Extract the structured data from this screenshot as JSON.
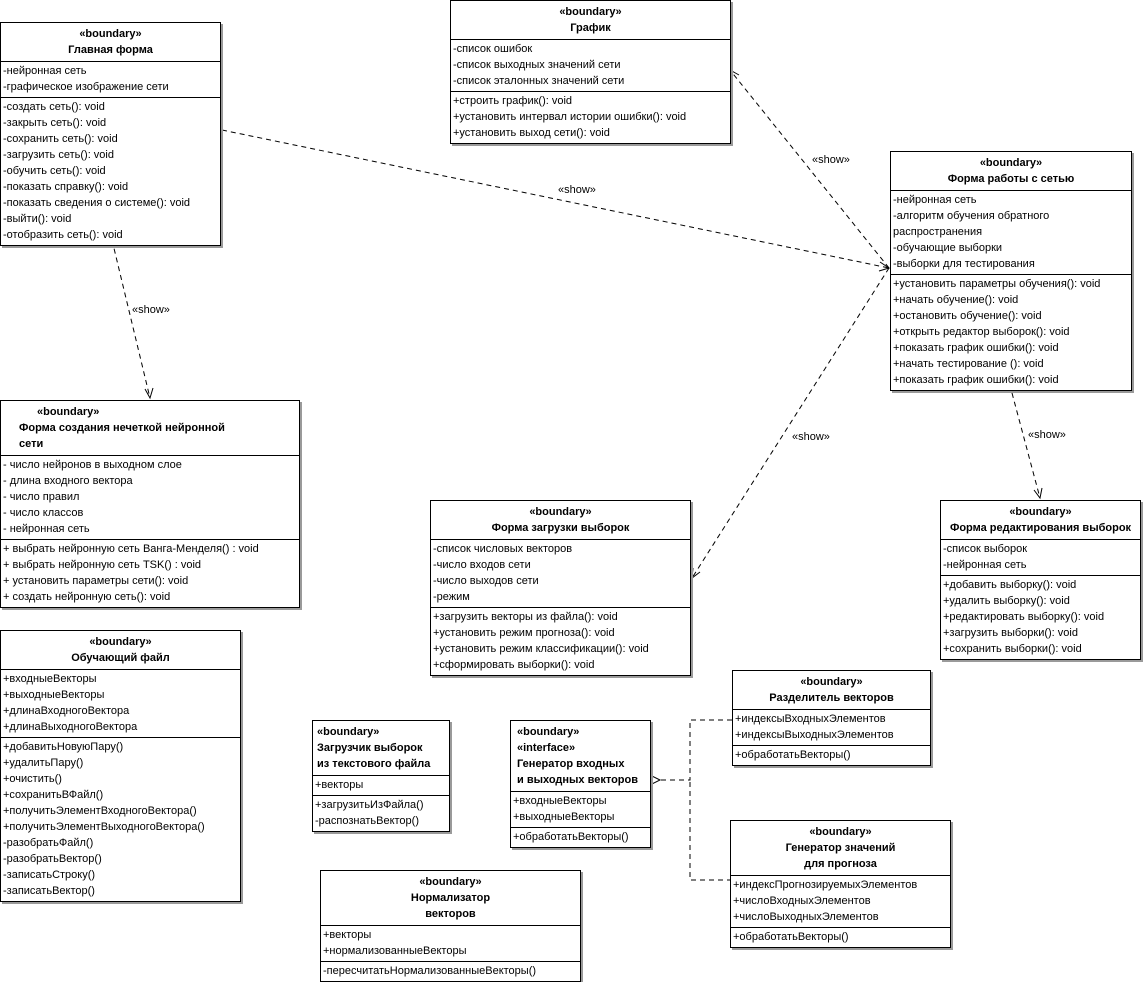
{
  "stereotypes": {
    "boundary": "«boundary»",
    "interface": "«interface»"
  },
  "classes": {
    "main_form": {
      "name": "Главная форма",
      "attributes": [
        "-нейронная сеть",
        "-графическое изображение сети"
      ],
      "operations": [
        "-создать сеть(): void",
        "-закрыть сеть(): void",
        "-сохранить сеть(): void",
        "-загрузить сеть(): void",
        "-обучить сеть(): void",
        "-показать справку(): void",
        "-показать сведения о системе(): void",
        "-выйти(): void",
        "-отобразить сеть(): void"
      ]
    },
    "graph": {
      "name": "График",
      "attributes": [
        "-список ошибок",
        "-список выходных значений сети",
        "-список эталонных значений сети"
      ],
      "operations": [
        "+строить график(): void",
        "+установить интервал истории ошибки(): void",
        "+установить выход сети(): void"
      ]
    },
    "network_form": {
      "name": "Форма работы с сетью",
      "attributes": [
        "-нейронная сеть",
        "-алгоритм обучения обратного",
        "распространения",
        "-обучающие выборки",
        "-выборки для тестирования"
      ],
      "operations": [
        "+установить параметры обучения(): void",
        "+начать обучение(): void",
        "+остановить обучение(): void",
        "+открыть редактор выборок(): void",
        "+показать график ошибки(): void",
        "+начать тестирование (): void",
        "+показать график ошибки(): void"
      ]
    },
    "fuzzy_form": {
      "name_line1": "Форма создания нечеткой нейронной",
      "name_line2": "сети",
      "attributes": [
        "- число нейронов в выходном слое",
        "- длина входного вектора",
        "- число правил",
        "- число классов",
        "- нейронная сеть"
      ],
      "operations": [
        "+ выбрать нейронную сеть Ванга-Менделя() : void",
        "+ выбрать нейронную сеть TSK() : void",
        "+ установить параметры сети(): void",
        "+ создать нейронную сеть(): void"
      ]
    },
    "load_form": {
      "name": "Форма загрузки выборок",
      "attributes": [
        "-список числовых векторов",
        "-число входов сети",
        "-число выходов сети",
        "-режим"
      ],
      "operations": [
        "+загрузить векторы из файла(): void",
        "+установить режим прогноза(): void",
        "+установить режим классификации(): void",
        "+сформировать выборки(): void"
      ]
    },
    "edit_form": {
      "name": "Форма редактирования выборок",
      "attributes": [
        "-список выборок",
        "-нейронная сеть"
      ],
      "operations": [
        "+добавить выборку(): void",
        "+удалить выборку(): void",
        "+редактировать выборку(): void",
        "+загрузить выборки(): void",
        "+сохранить выборки(): void"
      ]
    },
    "training_file": {
      "name": "Обучающий файл",
      "attributes": [
        "+входныеВекторы",
        "+выходныеВекторы",
        "+длинаВходногоВектора",
        "+длинаВыходногоВектора"
      ],
      "operations": [
        "+добавитьНовуюПару()",
        "+удалитьПару()",
        "+очистить()",
        "+сохранитьВФайл()",
        "+получитьЭлементВходногоВектора()",
        "+получитьЭлементВыходногоВектора()",
        "-разобратьФайл()",
        "-разобратьВектор()",
        "-записатьСтроку()",
        "-записатьВектор()"
      ]
    },
    "text_loader": {
      "name_line1": "Загрузчик выборок",
      "name_line2": "из текстового файла",
      "attributes": [
        "+векторы"
      ],
      "operations": [
        "+загрузитьИзФайла()",
        "-распознатьВектор()"
      ]
    },
    "generator_iface": {
      "name_line1": "Генератор входных",
      "name_line2": "и выходных векторов",
      "attributes": [
        "+входныеВекторы",
        "+выходныеВекторы"
      ],
      "operations": [
        "+обработатьВекторы()"
      ]
    },
    "splitter": {
      "name": "Разделитель векторов",
      "attributes": [
        "+индексыВходныхЭлементов",
        "+индексыВыходныхЭлементов"
      ],
      "operations": [
        "+обработатьВекторы()"
      ]
    },
    "forecast_gen": {
      "name_line1": "Генератор значений",
      "name_line2": "для прогноза",
      "attributes": [
        "+индексПрогнозируемыхЭлементов",
        "+числоВходныхЭлементов",
        "+числоВыходныхЭлементов"
      ],
      "operations": [
        "+обработатьВекторы()"
      ]
    },
    "normalizer": {
      "name_line1": "Нормализатор",
      "name_line2": "векторов",
      "attributes": [
        "+векторы",
        "+нормализованныеВекторы"
      ],
      "operations": [
        "-пересчитатьНормализованныеВекторы()"
      ]
    }
  },
  "relations": {
    "show_label": "«show»"
  }
}
